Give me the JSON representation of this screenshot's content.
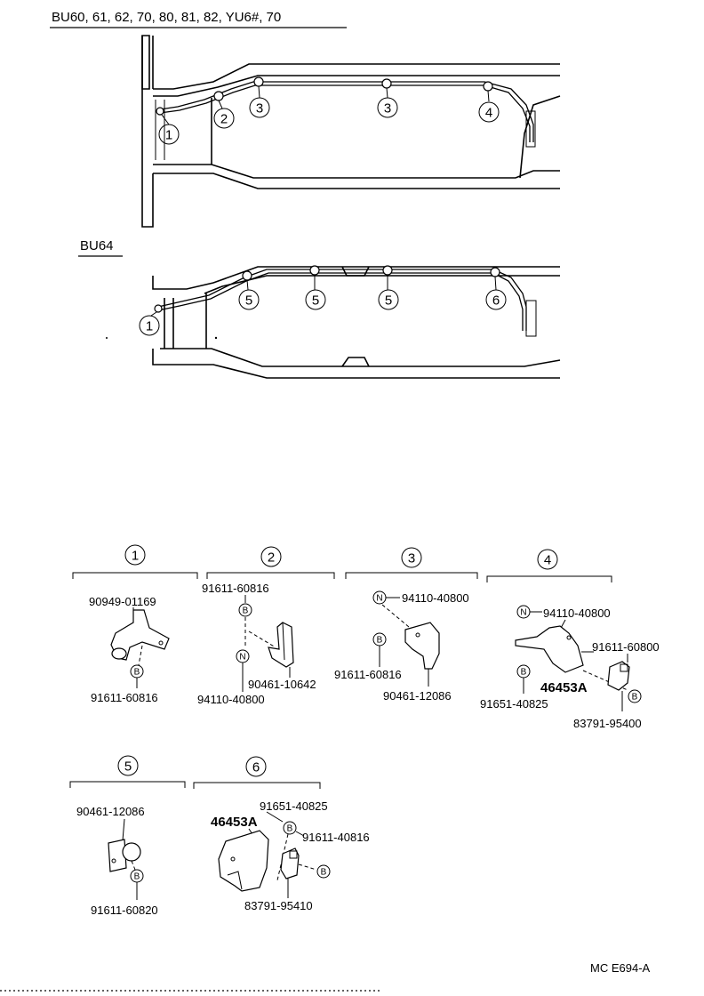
{
  "headings": {
    "model_group_1": "BU60, 61, 62, 70, 80, 81, 82, YU6#, 70",
    "model_group_2": "BU64"
  },
  "callouts": {
    "c1": "1",
    "c2": "2",
    "c3": "3",
    "c4": "4",
    "c5": "5",
    "c6": "6"
  },
  "fastener_symbols": {
    "bolt": "B",
    "nut": "N"
  },
  "groups": {
    "g1": {
      "label": "1",
      "parts": [
        "90949-01169",
        "91611-60816"
      ]
    },
    "g2": {
      "label": "2",
      "parts": [
        "91611-60816",
        "90461-10642",
        "94110-40800"
      ]
    },
    "g3": {
      "label": "3",
      "parts": [
        "94110-40800",
        "91611-60816",
        "90461-12086"
      ]
    },
    "g4": {
      "label": "4",
      "parts": [
        "94110-40800",
        "91611-60800",
        "46453A",
        "91651-40825",
        "83791-95400"
      ]
    },
    "g5": {
      "label": "5",
      "parts": [
        "90461-12086",
        "91611-60820"
      ]
    },
    "g6": {
      "label": "6",
      "parts": [
        "91651-40825",
        "46453A",
        "91611-40816",
        "83791-95410"
      ]
    }
  },
  "footer": {
    "code": "MC E694-A"
  }
}
